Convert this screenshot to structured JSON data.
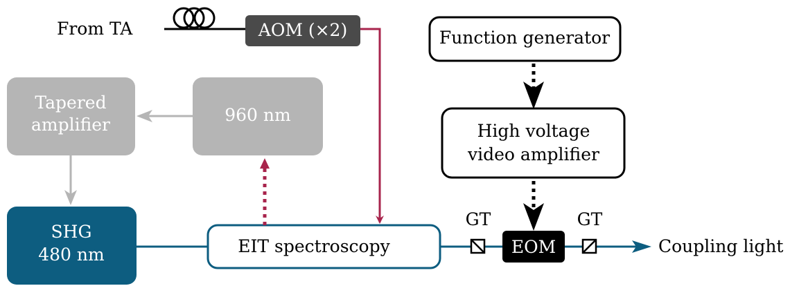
{
  "labels": {
    "from_ta": "From TA",
    "aom": "AOM (×2)",
    "function_generator": "Function generator",
    "tapered_amplifier": [
      "Tapered",
      "amplifier"
    ],
    "laser_960": "960 nm",
    "high_voltage_amplifier": [
      "High voltage",
      "video amplifier"
    ],
    "shg": [
      "SHG",
      "480 nm"
    ],
    "eit": "EIT spectroscopy",
    "gt_left": "GT",
    "gt_right": "GT",
    "eom": "EOM",
    "coupling_light": "Coupling light"
  },
  "colors": {
    "crimson": "#a8244c",
    "teal": "#0d5d80",
    "gray": "#b5b5b5",
    "dark_gray": "#4a4a4a",
    "black": "#000000",
    "white": "#ffffff"
  },
  "icons": {
    "fiber": "fiber-coil-icon",
    "polarizer": "glan-taylor-polarizer-icon"
  }
}
